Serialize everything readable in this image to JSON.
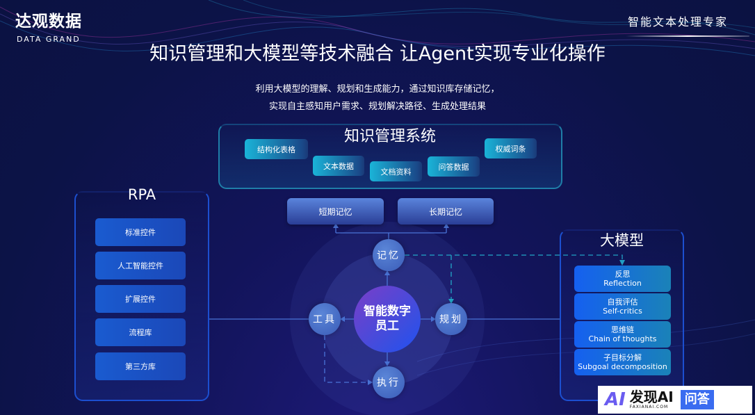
{
  "brand": {
    "name_cn": "达观数据",
    "name_en": "DATA GRAND",
    "tagline": "智能文本处理专家"
  },
  "title": "知识管理和大模型等技术融合 让Agent实现专业化操作",
  "subtitle": [
    "利用大模型的理解、规划和生成能力，通过知识库存储记忆，",
    "实现自主感知用户需求、规划解决路径、生成处理结果"
  ],
  "kms": {
    "title": "知识管理系统",
    "chips": [
      "结构化表格",
      "文本数据",
      "文档资料",
      "问答数据",
      "权威词条"
    ]
  },
  "memory": [
    "短期记忆",
    "长期记忆"
  ],
  "core": {
    "label": "智能数字员工",
    "nodes": {
      "memory": "记忆",
      "tools": "工具",
      "planning": "规划",
      "action": "执行"
    }
  },
  "rpa": {
    "title": "RPA",
    "items": [
      "标准控件",
      "人工智能控件",
      "扩展控件",
      "流程库",
      "第三方库"
    ]
  },
  "llm": {
    "title": "大模型",
    "items": [
      {
        "cn": "反思",
        "en": "Reflection"
      },
      {
        "cn": "自我评估",
        "en": "Self-critics"
      },
      {
        "cn": "思维链",
        "en": "Chain of thoughts"
      },
      {
        "cn": "子目标分解",
        "en": "Subgoal decomposition"
      }
    ]
  },
  "watermark": {
    "logo": "AI",
    "text": "发现AI",
    "domain": "FAXIANAI.COM",
    "badge": "问答"
  },
  "colors": {
    "accent": "#1ab4d8",
    "panel_border": "#1c4fd0",
    "dashed": "#22a7c8"
  }
}
